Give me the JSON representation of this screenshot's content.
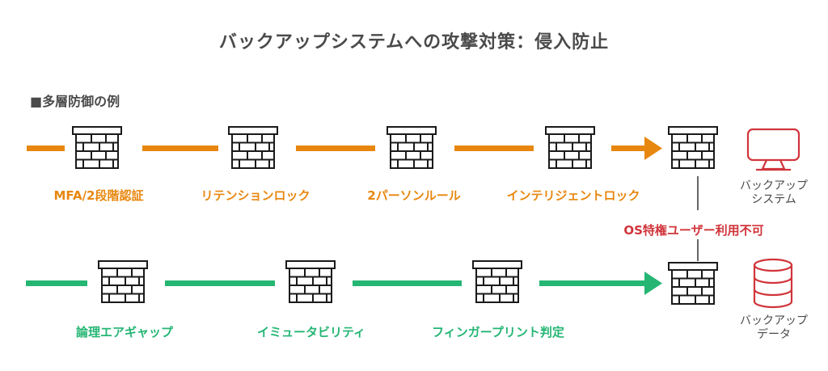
{
  "title": "バックアップシステムへの攻撃対策：侵入防止",
  "section_heading": "■多層防御の例",
  "colors": {
    "orange": "#e8870f",
    "green": "#25b674",
    "red": "#d0353b",
    "text": "#4a4a4a",
    "wall": "#1a1a1a"
  },
  "rows": [
    {
      "name": "system-path",
      "color": "orange",
      "layers": [
        {
          "label": "MFA/2段階認証",
          "icon": "brick-wall-icon"
        },
        {
          "label": "リテンションロック",
          "icon": "brick-wall-icon"
        },
        {
          "label": "2パーソンルール",
          "icon": "brick-wall-icon"
        },
        {
          "label": "インテリジェントロック",
          "icon": "brick-wall-icon"
        }
      ],
      "target": {
        "line1": "バックアップ",
        "line2": "システム",
        "icon": "monitor-icon"
      }
    },
    {
      "name": "data-path",
      "color": "green",
      "layers": [
        {
          "label": "論理エアギャップ",
          "icon": "brick-wall-icon"
        },
        {
          "label": "イミュータビリティ",
          "icon": "brick-wall-icon"
        },
        {
          "label": "フィンガープリント判定",
          "icon": "brick-wall-icon"
        }
      ],
      "target": {
        "line1": "バックアップ",
        "line2": "データ",
        "icon": "database-icon"
      }
    }
  ],
  "shared_wall_label": "OS特権ユーザー利用不可"
}
